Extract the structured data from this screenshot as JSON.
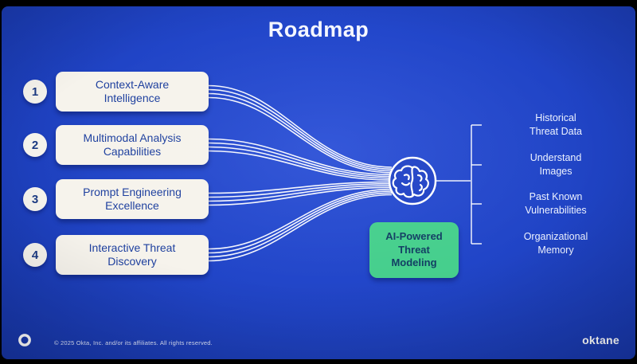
{
  "slide": {
    "title": "Roadmap",
    "inputs": [
      {
        "number": "1",
        "label": "Context-Aware\nIntelligence"
      },
      {
        "number": "2",
        "label": "Multimodal Analysis\nCapabilities"
      },
      {
        "number": "3",
        "label": "Prompt Engineering\nExcellence"
      },
      {
        "number": "4",
        "label": "Interactive Threat\nDiscovery"
      }
    ],
    "center_label": "AI-Powered\nThreat\nModeling",
    "outputs": [
      {
        "label": "Historical\nThreat Data"
      },
      {
        "label": "Understand\nImages"
      },
      {
        "label": "Past Known\nVulnerabilities"
      },
      {
        "label": "Organizational\nMemory"
      }
    ],
    "footer": {
      "copyright": "© 2025 Okta, Inc. and/or its affiliates. All rights reserved.",
      "brand": "oktane"
    },
    "colors": {
      "background_blue": "#2044c6",
      "card_bg": "#f6f3ec",
      "card_text": "#1d3f9e",
      "green_bg": "#46cf8d",
      "green_text": "#123e63",
      "line": "#ffffff"
    }
  }
}
